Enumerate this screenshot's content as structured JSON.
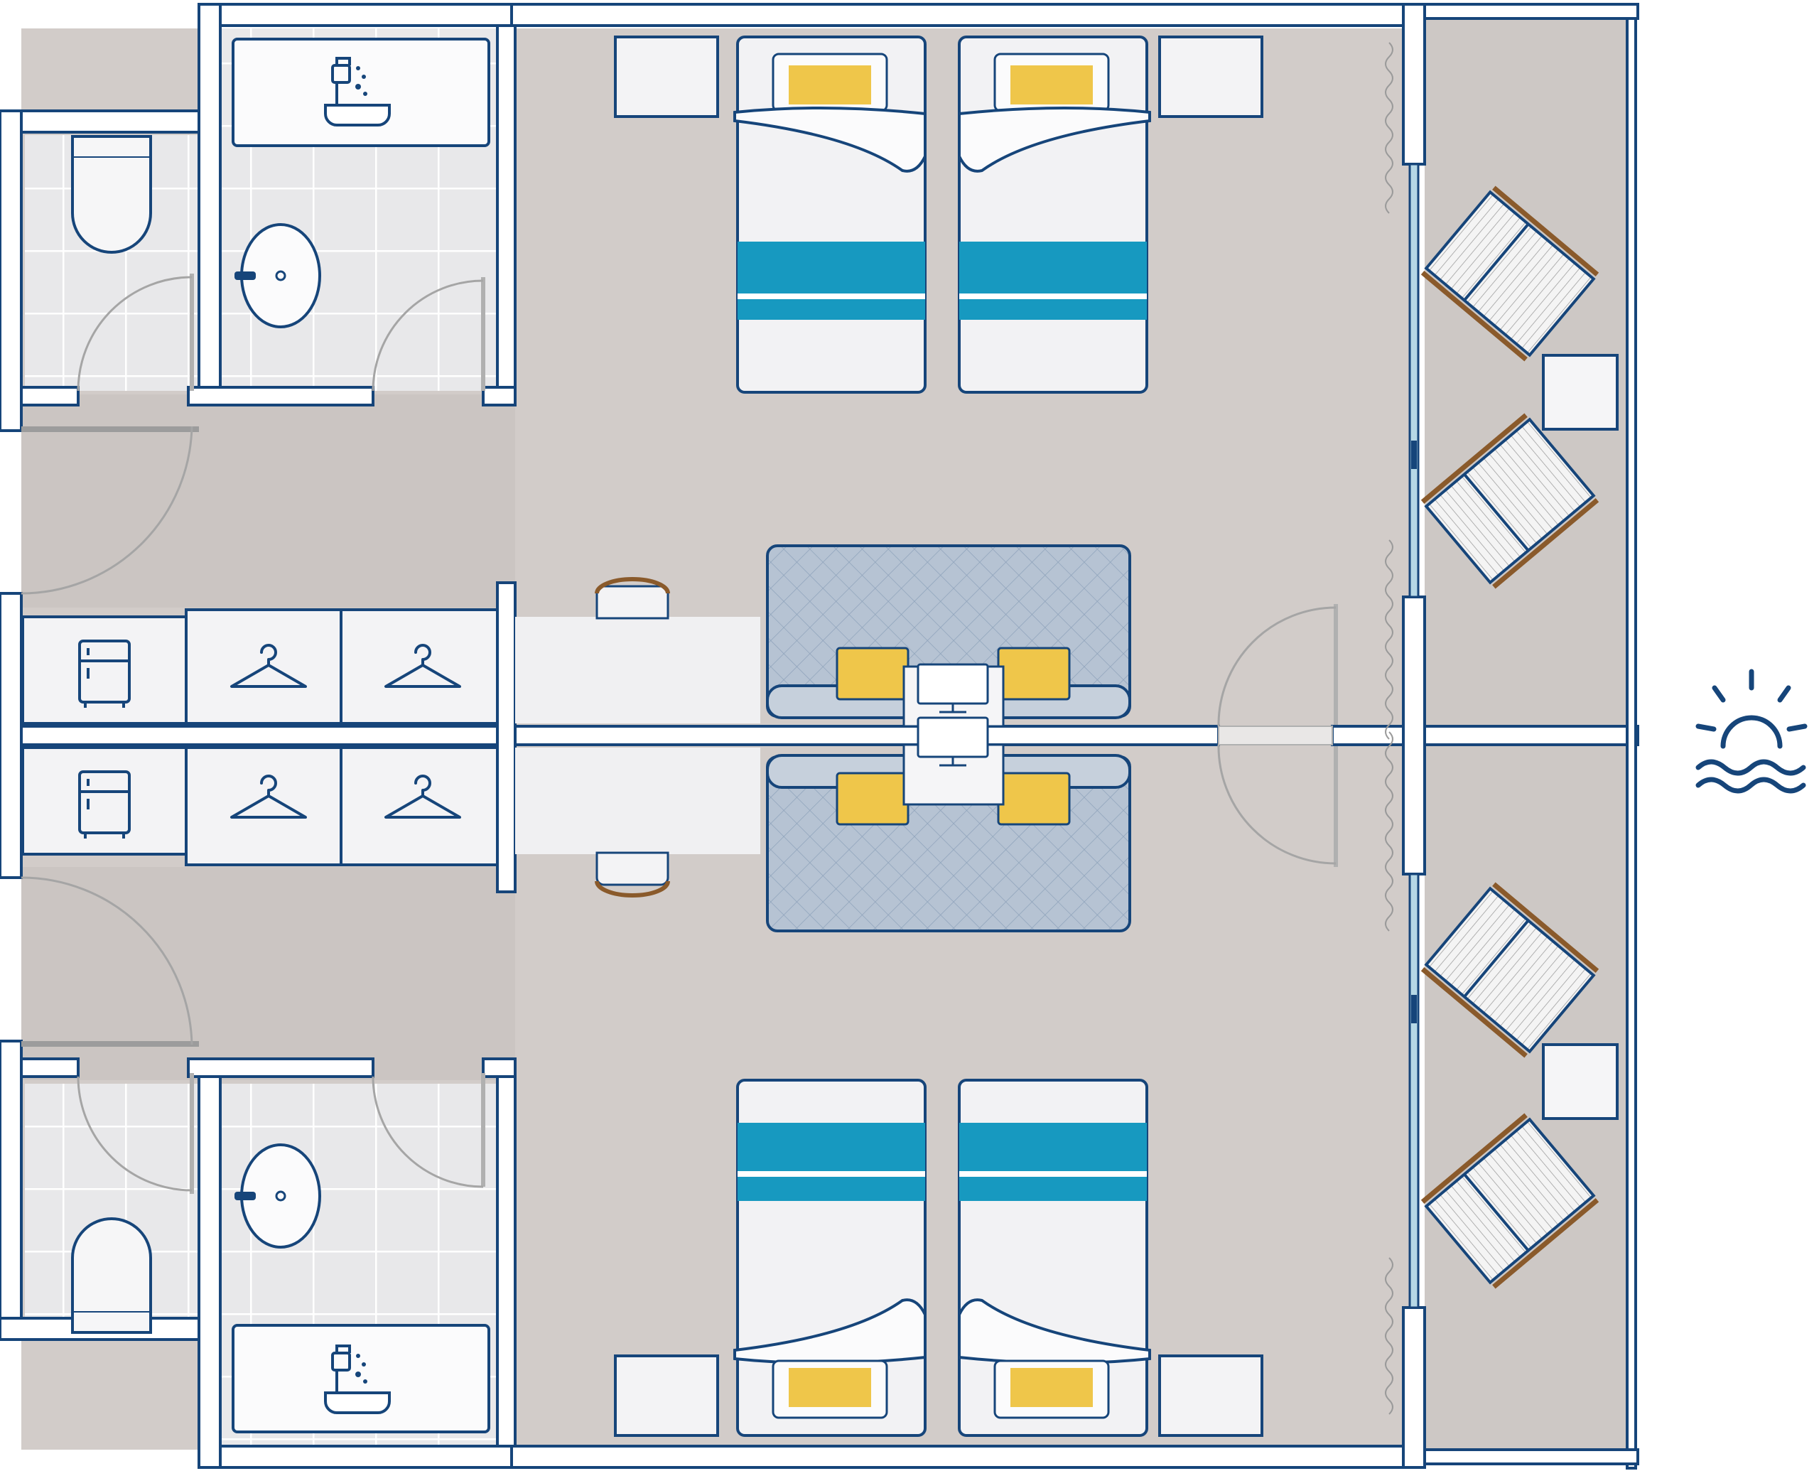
{
  "plan": {
    "description_visible_text": "",
    "layout": "two-mirrored-twin-rooms-with-balconies"
  },
  "colors": {
    "wall": "#ffffff",
    "wall_stroke": "#16457a",
    "floor": "#d2ccc9",
    "balcony_floor": "#cdc8c5",
    "bathroom_tile": "#e9e9ea",
    "bed_white": "#f2f2f4",
    "bed_stripe": "#1799c0",
    "pillow": "#efc64a",
    "sofa": "#b3c1d1",
    "furniture": "#f3f3f5",
    "glass": "#b6d8e6",
    "icon": "#16457a",
    "door_arc": "#9c9c9c"
  },
  "icons": [
    "shower-bath-icon",
    "toilet-icon",
    "sink-icon",
    "minibar-fridge-icon",
    "hanger-icon",
    "desk-monitor-icon",
    "deck-chair-icon",
    "sea-view-sun-icon"
  ],
  "rooms": [
    {
      "name": "upper-room",
      "beds": 2,
      "wardrobes": 2,
      "deck_chairs": 2
    },
    {
      "name": "lower-room",
      "beds": 2,
      "wardrobes": 2,
      "deck_chairs": 2
    }
  ]
}
